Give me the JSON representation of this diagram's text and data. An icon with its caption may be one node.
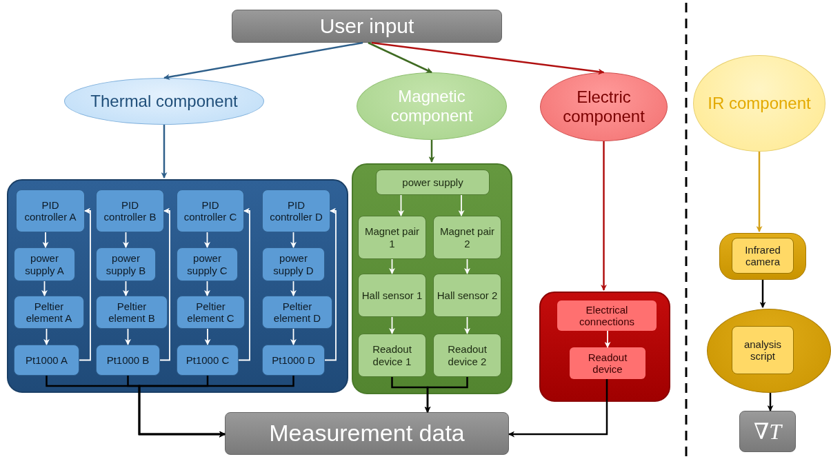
{
  "diagram": {
    "nodes": [
      {
        "text": [
          "User input"
        ]
      },
      {
        "text": [
          "Thermal component"
        ]
      },
      {
        "text": [
          "Magnetic component"
        ]
      },
      {
        "text": [
          "Electric component"
        ]
      },
      {
        "text": [
          "IR component"
        ]
      },
      {
        "text": [],
        "shape": "box"
      },
      {
        "text": [
          "PID controller A"
        ],
        "in": 5
      },
      {
        "text": [
          "power supply A"
        ],
        "in": 5
      },
      {
        "text": [
          "Peltier element A"
        ],
        "in": 5
      },
      {
        "text": [
          "Pt1000 A"
        ],
        "in": 5
      },
      {
        "text": [
          "PID controller B"
        ],
        "in": 5
      },
      {
        "text": [
          "power supply B"
        ],
        "in": 5
      },
      {
        "text": [
          "Peltier element B"
        ],
        "in": 5
      },
      {
        "text": [
          "Pt1000 B"
        ],
        "in": 5
      },
      {
        "text": [
          "PID controller C"
        ],
        "in": 5
      },
      {
        "text": [
          "power supply C"
        ],
        "in": 5
      },
      {
        "text": [
          "Peltier element C"
        ],
        "in": 5
      },
      {
        "text": [
          "Pt1000 C"
        ],
        "in": 5
      },
      {
        "text": [
          "PID controller D"
        ],
        "in": 5
      },
      {
        "text": [
          "power supply D"
        ],
        "in": 5
      },
      {
        "text": [
          "Peltier element D"
        ],
        "in": 5
      },
      {
        "text": [
          "Pt1000 D"
        ],
        "in": 5
      },
      {
        "text": [],
        "shape": "box"
      },
      {
        "text": [
          "power supply"
        ],
        "in": 22
      },
      {
        "text": [
          "Magnet pair 1"
        ],
        "in": 22
      },
      {
        "text": [
          "Magnet pair 2"
        ],
        "in": 22
      },
      {
        "text": [
          "Hall sensor 1"
        ],
        "in": 22
      },
      {
        "text": [
          "Hall sensor 2"
        ],
        "in": 22
      },
      {
        "text": [
          "Readout device 1"
        ],
        "in": 22
      },
      {
        "text": [
          "Readout device 2"
        ],
        "in": 22
      },
      {
        "text": [],
        "shape": "box"
      },
      {
        "text": [
          "Electrical connections"
        ],
        "in": 30
      },
      {
        "text": [
          "Readout device"
        ],
        "in": 30
      },
      {
        "text": [],
        "shape": "box"
      },
      {
        "text": [
          "Infrared camera"
        ],
        "in": 33
      },
      {
        "text": [],
        "shape": "ellipse"
      },
      {
        "text": [
          "analysis script"
        ],
        "in": 35
      },
      {
        "text": [
          "Measurement data"
        ]
      },
      {
        "text": [
          "∇T"
        ]
      }
    ],
    "edges": [
      {
        "from": 0,
        "to": 1,
        "arrow": "to",
        "color": "#2e5f8a"
      },
      {
        "from": 0,
        "to": 2,
        "arrow": "to",
        "color": "#3f6b22"
      },
      {
        "from": 0,
        "to": 3,
        "arrow": "to",
        "color": "#b01010"
      },
      {
        "from": 1,
        "to": 5,
        "arrow": "to",
        "color": "#2e5f8a"
      },
      {
        "from": 2,
        "to": 22,
        "arrow": "to",
        "color": "#3f6b22"
      },
      {
        "from": 3,
        "to": 30,
        "arrow": "to",
        "color": "#b01010"
      },
      {
        "from": 4,
        "to": 33,
        "arrow": "to",
        "color": "#d4a017"
      },
      {
        "from": 6,
        "to": 7,
        "arrow": "to"
      },
      {
        "from": 7,
        "to": 8,
        "arrow": "to"
      },
      {
        "from": 8,
        "to": 9,
        "arrow": "to"
      },
      {
        "from": 10,
        "to": 11,
        "arrow": "to"
      },
      {
        "from": 11,
        "to": 12,
        "arrow": "to"
      },
      {
        "from": 12,
        "to": 13,
        "arrow": "to"
      },
      {
        "from": 14,
        "to": 15,
        "arrow": "to"
      },
      {
        "from": 15,
        "to": 16,
        "arrow": "to"
      },
      {
        "from": 16,
        "to": 17,
        "arrow": "to"
      },
      {
        "from": 18,
        "to": 19,
        "arrow": "to"
      },
      {
        "from": 19,
        "to": 20,
        "arrow": "to"
      },
      {
        "from": 20,
        "to": 21,
        "arrow": "to"
      },
      {
        "from": 9,
        "to": 6,
        "arrow": "to"
      },
      {
        "from": 13,
        "to": 10,
        "arrow": "to"
      },
      {
        "from": 17,
        "to": 14,
        "arrow": "to"
      },
      {
        "from": 21,
        "to": 18,
        "arrow": "to"
      },
      {
        "from": 23,
        "to": 24,
        "arrow": "to"
      },
      {
        "from": 23,
        "to": 25,
        "arrow": "to"
      },
      {
        "from": 24,
        "to": 26,
        "arrow": "to"
      },
      {
        "from": 25,
        "to": 27,
        "arrow": "to"
      },
      {
        "from": 26,
        "to": 28,
        "arrow": "to"
      },
      {
        "from": 27,
        "to": 29,
        "arrow": "to"
      },
      {
        "from": 31,
        "to": 32,
        "arrow": "to"
      },
      {
        "from": 9,
        "to": 37,
        "arrow": "to",
        "color": "#000000"
      },
      {
        "from": 13,
        "to": 37,
        "arrow": "to",
        "color": "#000000"
      },
      {
        "from": 17,
        "to": 37,
        "arrow": "to",
        "color": "#000000"
      },
      {
        "from": 21,
        "to": 37,
        "arrow": "to",
        "color": "#000000"
      },
      {
        "from": 28,
        "to": 37,
        "arrow": "to",
        "color": "#000000"
      },
      {
        "from": 29,
        "to": 37,
        "arrow": "to",
        "color": "#000000"
      },
      {
        "from": 32,
        "to": 37,
        "arrow": "to",
        "color": "#000000"
      },
      {
        "from": 33,
        "to": 35,
        "arrow": "to",
        "color": "#000000"
      },
      {
        "from": 35,
        "to": 38,
        "arrow": "to",
        "color": "#000000"
      }
    ]
  }
}
